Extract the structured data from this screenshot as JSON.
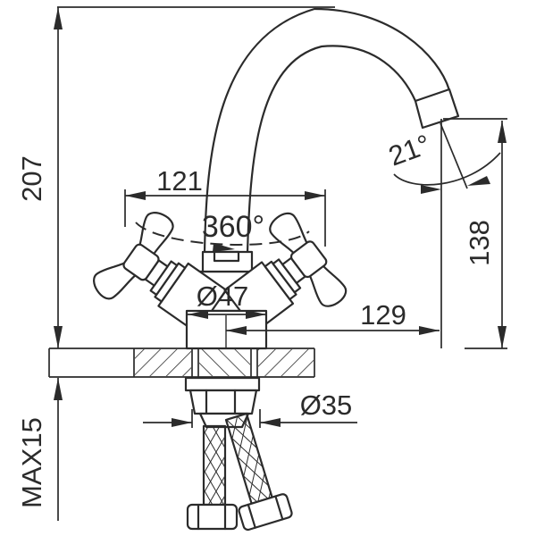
{
  "drawing": {
    "type": "faucet-installation-dimension-diagram",
    "labels": {
      "total_height": "207",
      "handle_span": "121",
      "swivel_rotation": "360°",
      "body_diameter": "Ø47",
      "spout_reach": "129",
      "spout_height": "138",
      "outlet_angle": "21°",
      "mount_hole_diameter": "Ø35",
      "max_counter_thickness": "MAX15"
    },
    "colors": {
      "line": "#2b2b2b",
      "background": "#ffffff"
    }
  }
}
